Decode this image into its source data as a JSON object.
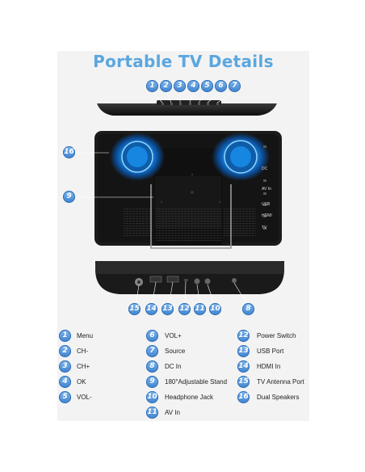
{
  "title": "Portable TV Details",
  "callout_badges_top": [
    "1",
    "2",
    "3",
    "4",
    "5",
    "6",
    "7"
  ],
  "callout_badges_bottom": [
    "15",
    "14",
    "13",
    "12",
    "11",
    "10",
    "8"
  ],
  "callout_16": "16",
  "callout_9": "9",
  "side_port_labels": [
    "DC",
    "AV In",
    "USB",
    "HDMI",
    "TV"
  ],
  "legend": [
    {
      "num": "1",
      "label": "Menu"
    },
    {
      "num": "2",
      "label": "CH-"
    },
    {
      "num": "3",
      "label": "CH+"
    },
    {
      "num": "4",
      "label": "OK"
    },
    {
      "num": "5",
      "label": "VOL-"
    },
    {
      "num": "6",
      "label": "VOL+"
    },
    {
      "num": "7",
      "label": "Source"
    },
    {
      "num": "8",
      "label": "DC In"
    },
    {
      "num": "9",
      "label": "180°Adjustable Stand"
    },
    {
      "num": "10",
      "label": "Headphone Jack"
    },
    {
      "num": "11",
      "label": "AV In"
    },
    {
      "num": "12",
      "label": "Power Switch"
    },
    {
      "num": "13",
      "label": "USB Port"
    },
    {
      "num": "14",
      "label": "HDMI In"
    },
    {
      "num": "15",
      "label": "TV Antenna Port"
    },
    {
      "num": "16",
      "label": "Dual Speakers"
    }
  ],
  "colors": {
    "accent": "#5aa7e0",
    "badge": "#4a8fd8",
    "speaker_glow": "#1fa3ff",
    "device": "#1b1b1b"
  }
}
